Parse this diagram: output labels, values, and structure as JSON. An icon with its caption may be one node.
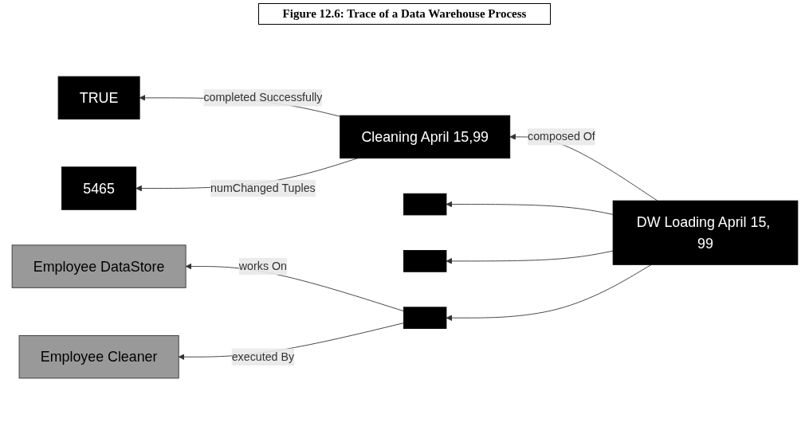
{
  "diagram": {
    "title": "Figure 12.6: Trace of a Data Warehouse Process",
    "nodes": [
      {
        "text": [
          "TRUE"
        ]
      },
      {
        "text": [
          "5465"
        ]
      },
      {
        "text": [
          "Cleaning April 15,99"
        ]
      },
      {
        "text": [],
        "shape": "box"
      },
      {
        "text": [],
        "shape": "box"
      },
      {
        "text": [],
        "shape": "box"
      },
      {
        "text": [
          "DW Loading April 15, 99"
        ]
      },
      {
        "text": [
          "Employee DataStore"
        ]
      },
      {
        "text": [
          "Employee Cleaner"
        ]
      }
    ],
    "edges": [
      {
        "from": 2,
        "to": 0,
        "arrow": "to",
        "label": "completed Successfully"
      },
      {
        "from": 2,
        "to": 1,
        "arrow": "to",
        "label": "numChanged Tuples"
      },
      {
        "from": 6,
        "to": 2,
        "arrow": "to",
        "label": "composed Of"
      },
      {
        "from": 6,
        "to": 3,
        "arrow": "to"
      },
      {
        "from": 6,
        "to": 4,
        "arrow": "to"
      },
      {
        "from": 6,
        "to": 5,
        "arrow": "to"
      },
      {
        "from": 5,
        "to": 7,
        "arrow": "to",
        "label": "works On"
      },
      {
        "from": 5,
        "to": 8,
        "arrow": "to",
        "label": "executed By"
      }
    ]
  }
}
